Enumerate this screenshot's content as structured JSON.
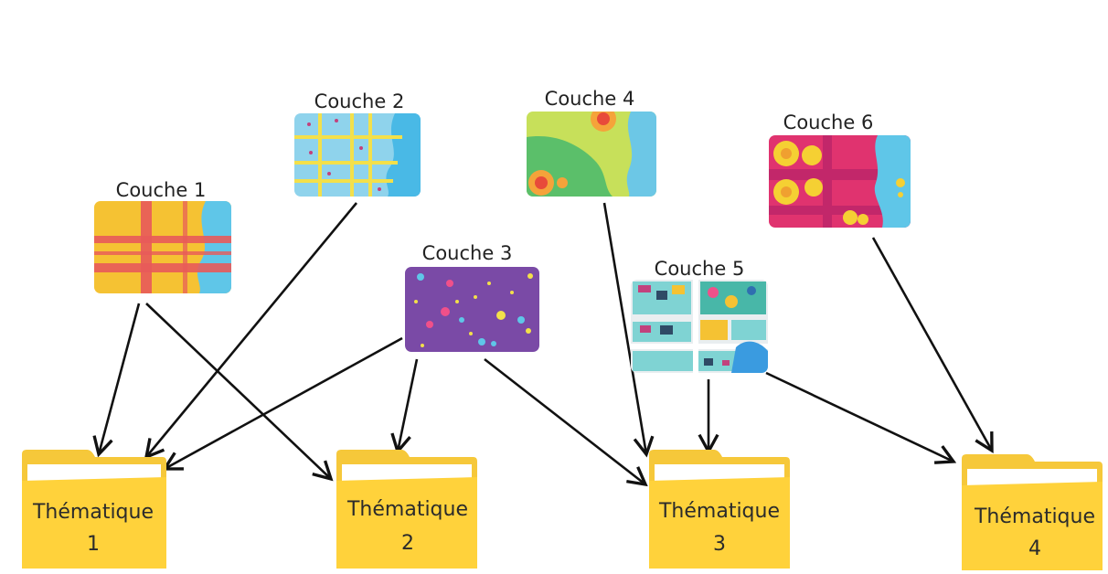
{
  "colors": {
    "background": "#ffffff",
    "folder_back": "#f6c83a",
    "folder_front": "#ffd23b",
    "folder_paper": "#ffffff",
    "arrow": "#111111"
  },
  "layers": [
    {
      "id": "couche-1",
      "label": "Couche 1",
      "icon": "road-map-icon"
    },
    {
      "id": "couche-2",
      "label": "Couche 2",
      "icon": "street-grid-map-icon"
    },
    {
      "id": "couche-3",
      "label": "Couche 3",
      "icon": "point-scatter-map-icon"
    },
    {
      "id": "couche-4",
      "label": "Couche 4",
      "icon": "heat-zone-map-icon"
    },
    {
      "id": "couche-5",
      "label": "Couche 5",
      "icon": "city-block-map-icon"
    },
    {
      "id": "couche-6",
      "label": "Couche 6",
      "icon": "circle-cluster-map-icon"
    }
  ],
  "thematiques": [
    {
      "id": "thematique-1",
      "line1": "Thématique",
      "line2": "1",
      "icon": "folder-icon"
    },
    {
      "id": "thematique-2",
      "line1": "Thématique",
      "line2": "2",
      "icon": "folder-icon"
    },
    {
      "id": "thematique-3",
      "line1": "Thématique",
      "line2": "3",
      "icon": "folder-icon"
    },
    {
      "id": "thematique-4",
      "line1": "Thématique",
      "line2": "4",
      "icon": "folder-icon"
    }
  ],
  "links": [
    {
      "from": "Couche 1",
      "to": "Thématique 1"
    },
    {
      "from": "Couche 1",
      "to": "Thématique 2"
    },
    {
      "from": "Couche 2",
      "to": "Thématique 1"
    },
    {
      "from": "Couche 3",
      "to": "Thématique 1"
    },
    {
      "from": "Couche 3",
      "to": "Thématique 2"
    },
    {
      "from": "Couche 3",
      "to": "Thématique 3"
    },
    {
      "from": "Couche 4",
      "to": "Thématique 3"
    },
    {
      "from": "Couche 5",
      "to": "Thématique 3"
    },
    {
      "from": "Couche 5",
      "to": "Thématique 4"
    },
    {
      "from": "Couche 6",
      "to": "Thématique 4"
    }
  ]
}
